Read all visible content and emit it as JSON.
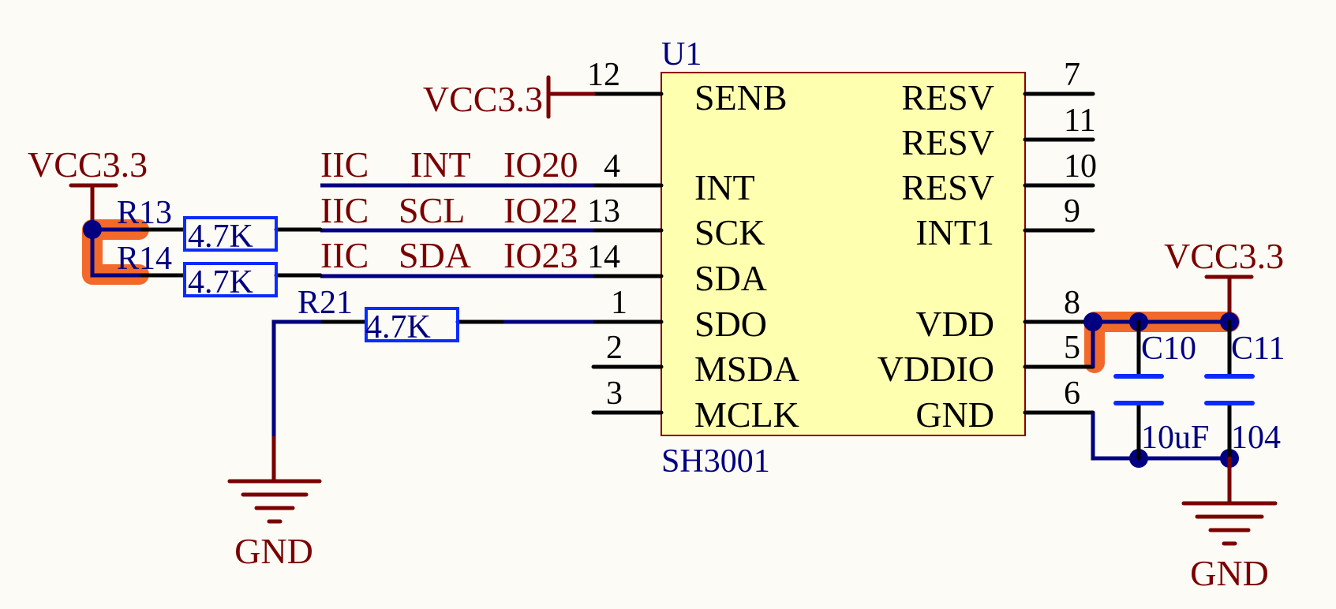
{
  "ic": {
    "designator": "U1",
    "part": "SH3001",
    "body_color": "#ffffb0",
    "left_pins": [
      {
        "num": "12",
        "name": "SENB"
      },
      {
        "num": "4",
        "name": "INT"
      },
      {
        "num": "13",
        "name": "SCK"
      },
      {
        "num": "14",
        "name": "SDA"
      },
      {
        "num": "1",
        "name": "SDO"
      },
      {
        "num": "2",
        "name": "MSDA"
      },
      {
        "num": "3",
        "name": "MCLK"
      }
    ],
    "right_pins": [
      {
        "num": "7",
        "name": "RESV"
      },
      {
        "num": "11",
        "name": "RESV"
      },
      {
        "num": "10",
        "name": "RESV"
      },
      {
        "num": "9",
        "name": "INT1"
      },
      {
        "num": "8",
        "name": "VDD"
      },
      {
        "num": "5",
        "name": "VDDIO"
      },
      {
        "num": "6",
        "name": "GND"
      }
    ]
  },
  "nets": {
    "int": "IIC_INT_IO20",
    "scl": "IIC_SCL_IO22",
    "sda": "IIC_SDA_IO23"
  },
  "net_labels": {
    "int": [
      "IIC",
      "INT",
      "IO20"
    ],
    "scl": [
      "IIC",
      "SCL",
      "IO22"
    ],
    "sda": [
      "IIC",
      "SDA",
      "IO23"
    ]
  },
  "power": {
    "vcc_left": "VCC3.3",
    "vcc_senb": "VCC3.3",
    "vcc_right": "VCC3.3",
    "gnd_left": "GND",
    "gnd_right": "GND"
  },
  "resistors": [
    {
      "ref": "R13",
      "value": "4.7K"
    },
    {
      "ref": "R14",
      "value": "4.7K"
    },
    {
      "ref": "R21",
      "value": "4.7K"
    }
  ],
  "capacitors": [
    {
      "ref": "C10",
      "value": "10uF"
    },
    {
      "ref": "C11",
      "value": "104"
    }
  ],
  "colors": {
    "power": "#7a0000",
    "wire": "#000080",
    "component": "#0a2bff",
    "highlight": "#f2692a"
  }
}
